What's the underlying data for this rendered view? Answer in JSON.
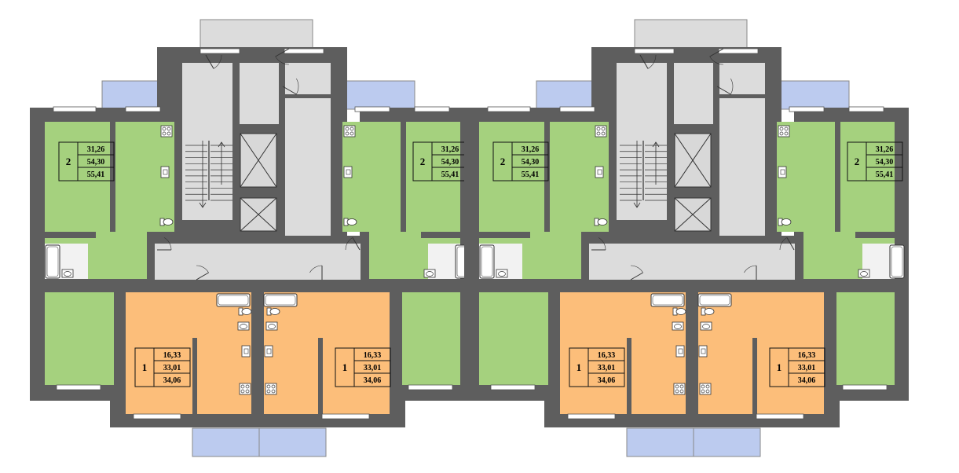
{
  "colors": {
    "wall": "#5e5e5e",
    "two_room": "#a5d17e",
    "one_room": "#fcbe7a",
    "common": "#dcdcdc",
    "balcony": "#bccbef",
    "window": "#ffffff"
  },
  "apartments": {
    "two_room": {
      "rooms": "2",
      "values": [
        "31,26",
        "54,30",
        "55,41"
      ]
    },
    "one_room": {
      "rooms": "1",
      "values": [
        "16,33",
        "33,01",
        "34,06"
      ]
    }
  },
  "icons": [
    "elevator-icon",
    "staircase-icon",
    "bathtub-icon",
    "toilet-icon",
    "sink-icon",
    "stove-icon",
    "door-icon"
  ]
}
